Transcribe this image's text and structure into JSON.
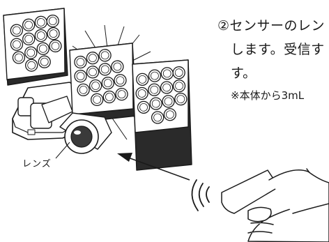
{
  "instruction": {
    "line1": "②センサーのレン",
    "line2": "します。受信す",
    "line3": "す。",
    "note": "※本体から3mL"
  },
  "labels": {
    "lens": "レンズ"
  },
  "icons": {
    "light": "led-floodlight-icon",
    "remote": "remote-control-icon",
    "signal": "signal-waves-icon",
    "arrow": "arrow-left-icon"
  },
  "colors": {
    "ink": "#1a1a1a",
    "panel_dark": "#2a2a2a",
    "background": "#ffffff"
  }
}
